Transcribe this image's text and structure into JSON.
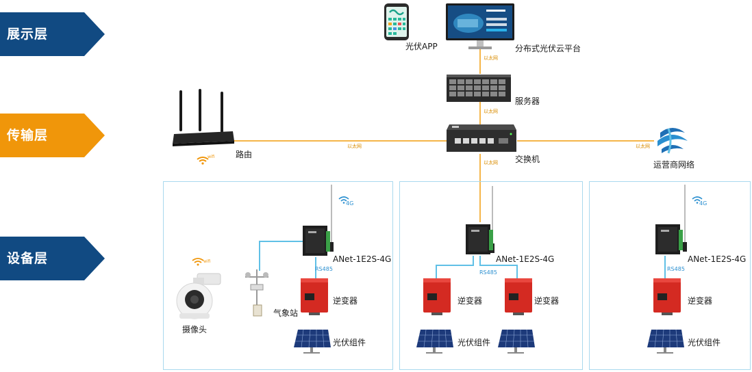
{
  "layers": {
    "display": "展示层",
    "transport": "传输层",
    "device": "设备层"
  },
  "colors": {
    "display_layer": "#114a82",
    "transport_layer": "#f0960a",
    "device_layer": "#114a82",
    "ethernet_line": "#f5b548",
    "rs485_line": "#5fc0e6"
  },
  "top": {
    "app_label": "光伏APP",
    "cloud_label": "分布式光伏云平台",
    "server_label": "服务器",
    "switch_label": "交换机",
    "router_label": "路由",
    "carrier_label": "运营商网络"
  },
  "links": {
    "ethernet": "以太网",
    "rs485": "RS485",
    "g4": "4G",
    "wifi": "wifi"
  },
  "panels": [
    {
      "gateway": "ANet-1E2S-4G",
      "inverter": "逆变器",
      "pv": "光伏组件",
      "weather": "气象站",
      "camera": "摄像头"
    },
    {
      "gateway": "ANet-1E2S-4G",
      "inverter": "逆变器",
      "inverter2": "逆变器",
      "pv": "光伏组件"
    },
    {
      "gateway": "ANet-1E2S-4G",
      "inverter": "逆变器",
      "pv": "光伏组件"
    }
  ]
}
